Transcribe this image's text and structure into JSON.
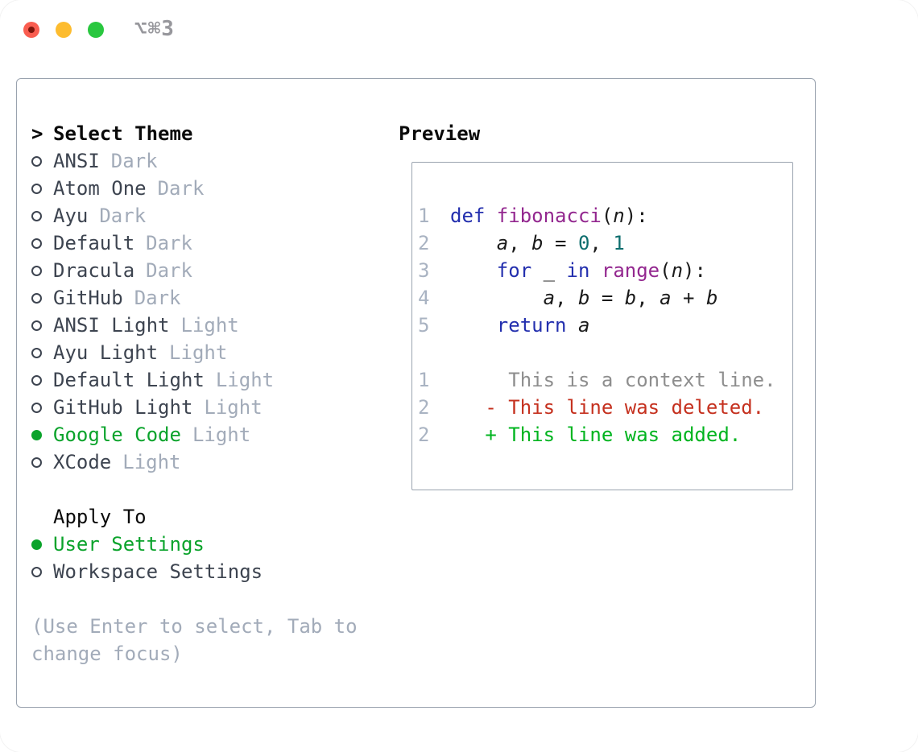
{
  "window": {
    "shortcut_label": "⌥⌘3"
  },
  "theme_picker": {
    "header_prefix": ">",
    "header": "Select Theme",
    "items": [
      {
        "name": "ANSI",
        "variant": "Dark",
        "selected": false
      },
      {
        "name": "Atom One",
        "variant": "Dark",
        "selected": false
      },
      {
        "name": "Ayu",
        "variant": "Dark",
        "selected": false
      },
      {
        "name": "Default",
        "variant": "Dark",
        "selected": false
      },
      {
        "name": "Dracula",
        "variant": "Dark",
        "selected": false
      },
      {
        "name": "GitHub",
        "variant": "Dark",
        "selected": false
      },
      {
        "name": "ANSI Light",
        "variant": "Light",
        "selected": false
      },
      {
        "name": "Ayu Light",
        "variant": "Light",
        "selected": false
      },
      {
        "name": "Default Light",
        "variant": "Light",
        "selected": false
      },
      {
        "name": "GitHub Light",
        "variant": "Light",
        "selected": false
      },
      {
        "name": "Google Code",
        "variant": "Light",
        "selected": true
      },
      {
        "name": "XCode",
        "variant": "Light",
        "selected": false
      }
    ],
    "apply_to": {
      "header": "Apply To",
      "options": [
        {
          "label": "User Settings",
          "selected": true
        },
        {
          "label": "Workspace Settings",
          "selected": false
        }
      ]
    },
    "hint_line1": "(Use Enter to select, Tab to",
    "hint_line2": "change focus)"
  },
  "preview": {
    "header": "Preview",
    "code_lines": [
      {
        "ln": "1",
        "segs": [
          {
            "c": "kw",
            "t": "def "
          },
          {
            "c": "fn",
            "t": "fibonacci"
          },
          {
            "c": "pl",
            "t": "("
          },
          {
            "c": "va",
            "t": "n"
          },
          {
            "c": "pl",
            "t": "):"
          }
        ]
      },
      {
        "ln": "2",
        "segs": [
          {
            "c": "pl",
            "t": "    "
          },
          {
            "c": "va",
            "t": "a"
          },
          {
            "c": "pl",
            "t": ", "
          },
          {
            "c": "va",
            "t": "b"
          },
          {
            "c": "pl",
            "t": " = "
          },
          {
            "c": "nu",
            "t": "0"
          },
          {
            "c": "pl",
            "t": ", "
          },
          {
            "c": "nu",
            "t": "1"
          }
        ]
      },
      {
        "ln": "3",
        "segs": [
          {
            "c": "pl",
            "t": "    "
          },
          {
            "c": "kw",
            "t": "for"
          },
          {
            "c": "pl",
            "t": " _ "
          },
          {
            "c": "kw",
            "t": "in"
          },
          {
            "c": "pl",
            "t": " "
          },
          {
            "c": "fn",
            "t": "range"
          },
          {
            "c": "pl",
            "t": "("
          },
          {
            "c": "va",
            "t": "n"
          },
          {
            "c": "pl",
            "t": "):"
          }
        ]
      },
      {
        "ln": "4",
        "segs": [
          {
            "c": "pl",
            "t": "        "
          },
          {
            "c": "va",
            "t": "a"
          },
          {
            "c": "pl",
            "t": ", "
          },
          {
            "c": "va",
            "t": "b"
          },
          {
            "c": "pl",
            "t": " = "
          },
          {
            "c": "va",
            "t": "b"
          },
          {
            "c": "pl",
            "t": ", "
          },
          {
            "c": "va",
            "t": "a"
          },
          {
            "c": "pl",
            "t": " + "
          },
          {
            "c": "va",
            "t": "b"
          }
        ]
      },
      {
        "ln": "5",
        "segs": [
          {
            "c": "pl",
            "t": "    "
          },
          {
            "c": "kw",
            "t": "return"
          },
          {
            "c": "pl",
            "t": " "
          },
          {
            "c": "va",
            "t": "a"
          }
        ]
      }
    ],
    "diff_lines": [
      {
        "ln": "1",
        "kind": "ctx",
        "text": "     This is a context line."
      },
      {
        "ln": "2",
        "kind": "del",
        "text": "   - This line was deleted."
      },
      {
        "ln": "2",
        "kind": "add",
        "text": "   + This line was added."
      }
    ]
  },
  "colors": {
    "header": "#0a0a0a",
    "dark": "#3d4450",
    "muted": "#a2abb9",
    "accent": "#0aa32b",
    "border": "#9aa3af",
    "title": "#97979c",
    "tl_red": "#f95d50",
    "tl_red_inner": "#7d150b",
    "tl_yellow": "#fdbc2f",
    "tl_green": "#29c73f",
    "kw": "#232fae",
    "fn": "#93278f",
    "nu": "#0d6e6e",
    "pl": "#1b1b1b",
    "ln": "#a9b3c2",
    "ctx": "#8e8e8e",
    "del": "#c5311f",
    "add": "#00b41f"
  }
}
